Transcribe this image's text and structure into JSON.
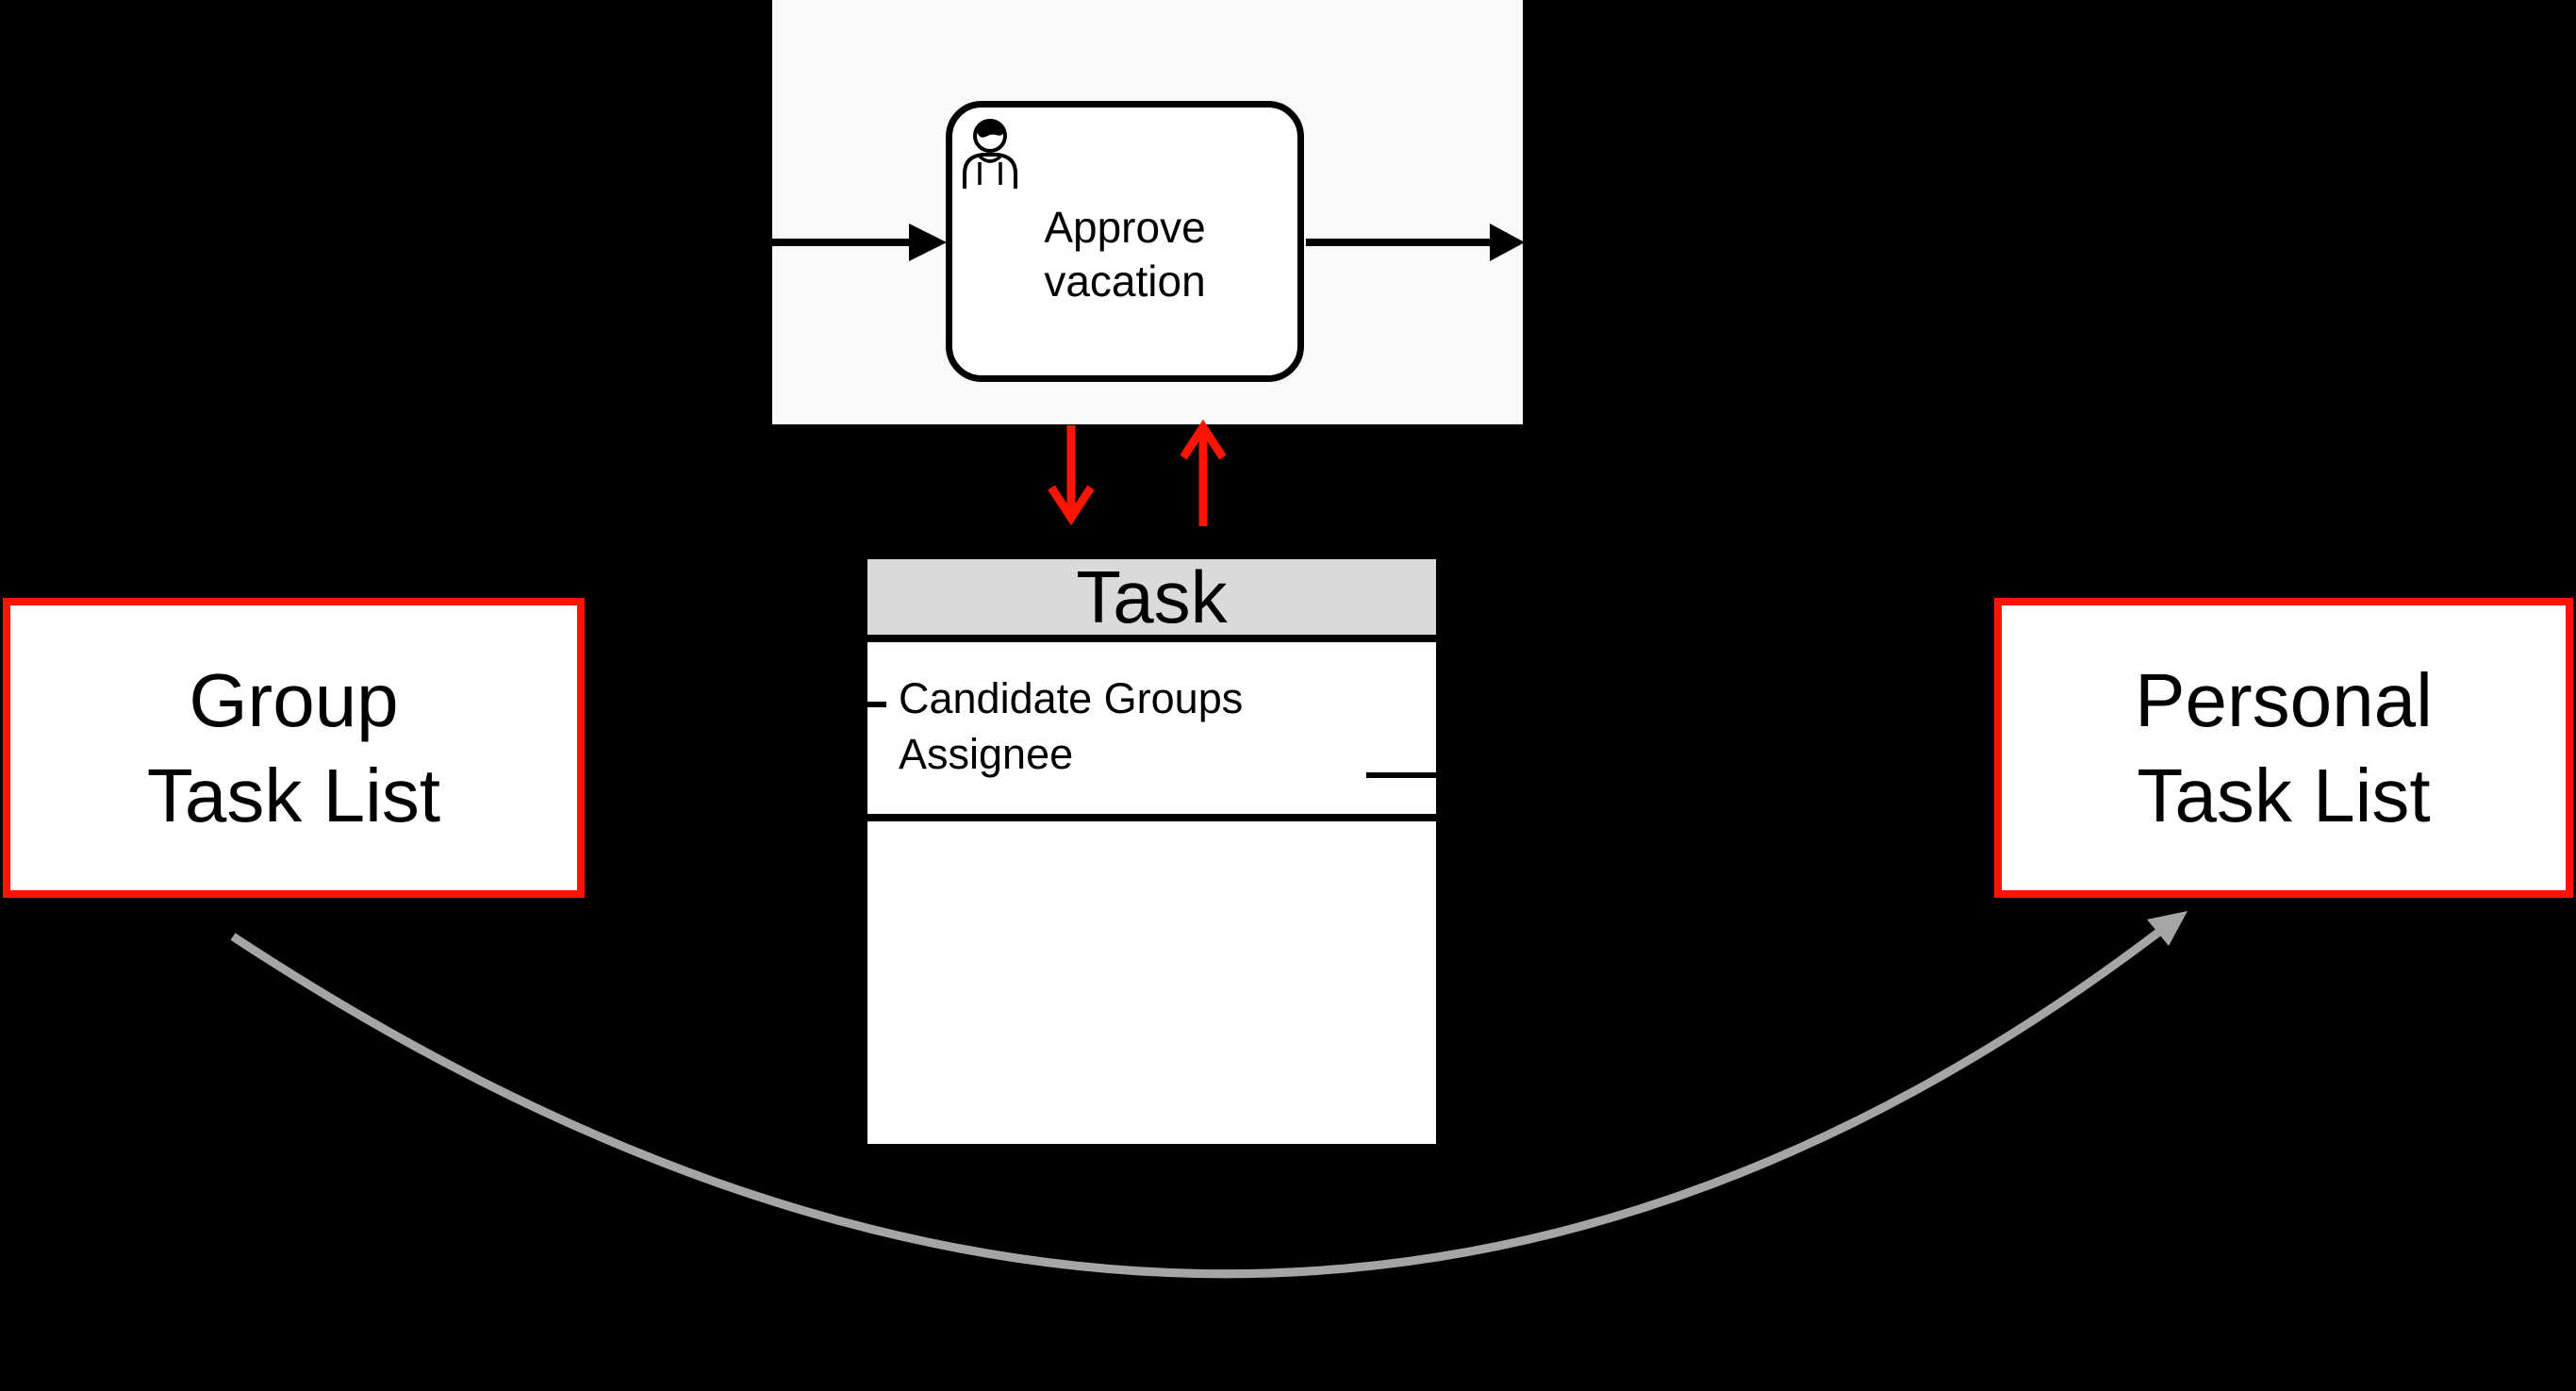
{
  "diagram": {
    "process_panel": {
      "user_task": {
        "label": "Approve vacation",
        "lines": [
          "Approve",
          "vacation"
        ]
      }
    },
    "task_entity": {
      "title": "Task",
      "attributes": [
        "Candidate Groups",
        "Assignee"
      ]
    },
    "group_task_list": {
      "label": "Group Task List",
      "lines": [
        "Group",
        "Task List"
      ]
    },
    "personal_task_list": {
      "label": "Personal Task List",
      "lines": [
        "Personal",
        "Task List"
      ]
    },
    "colors": {
      "background": "#000000",
      "panel_background": "#f9f9f9",
      "accent_red": "#fc1505",
      "table_header_gray": "#dadada",
      "claim_arrow_gray": "#a5a5a5",
      "line_black": "#000000"
    }
  }
}
